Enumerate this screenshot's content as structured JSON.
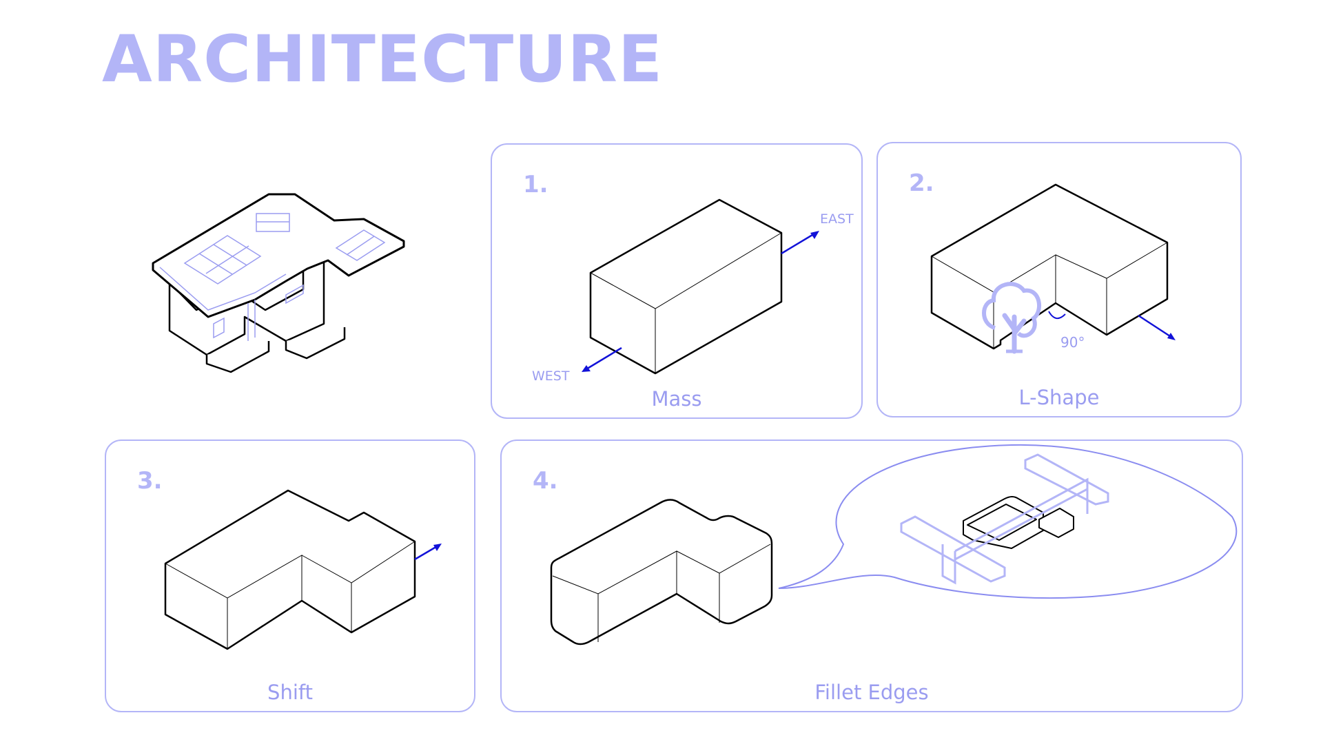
{
  "title": "ARCHITECTURE",
  "panels": [
    {
      "number": "1.",
      "caption": "Mass",
      "labels": {
        "east": "EAST",
        "west": "WEST"
      }
    },
    {
      "number": "2.",
      "caption": "L-Shape",
      "labels": {
        "angle": "90°"
      }
    },
    {
      "number": "3.",
      "caption": "Shift"
    },
    {
      "number": "4.",
      "caption": "Fillet Edges"
    }
  ],
  "colors": {
    "accent": "#b3b5f7",
    "arrow": "#1212d8",
    "line": "#000000"
  }
}
